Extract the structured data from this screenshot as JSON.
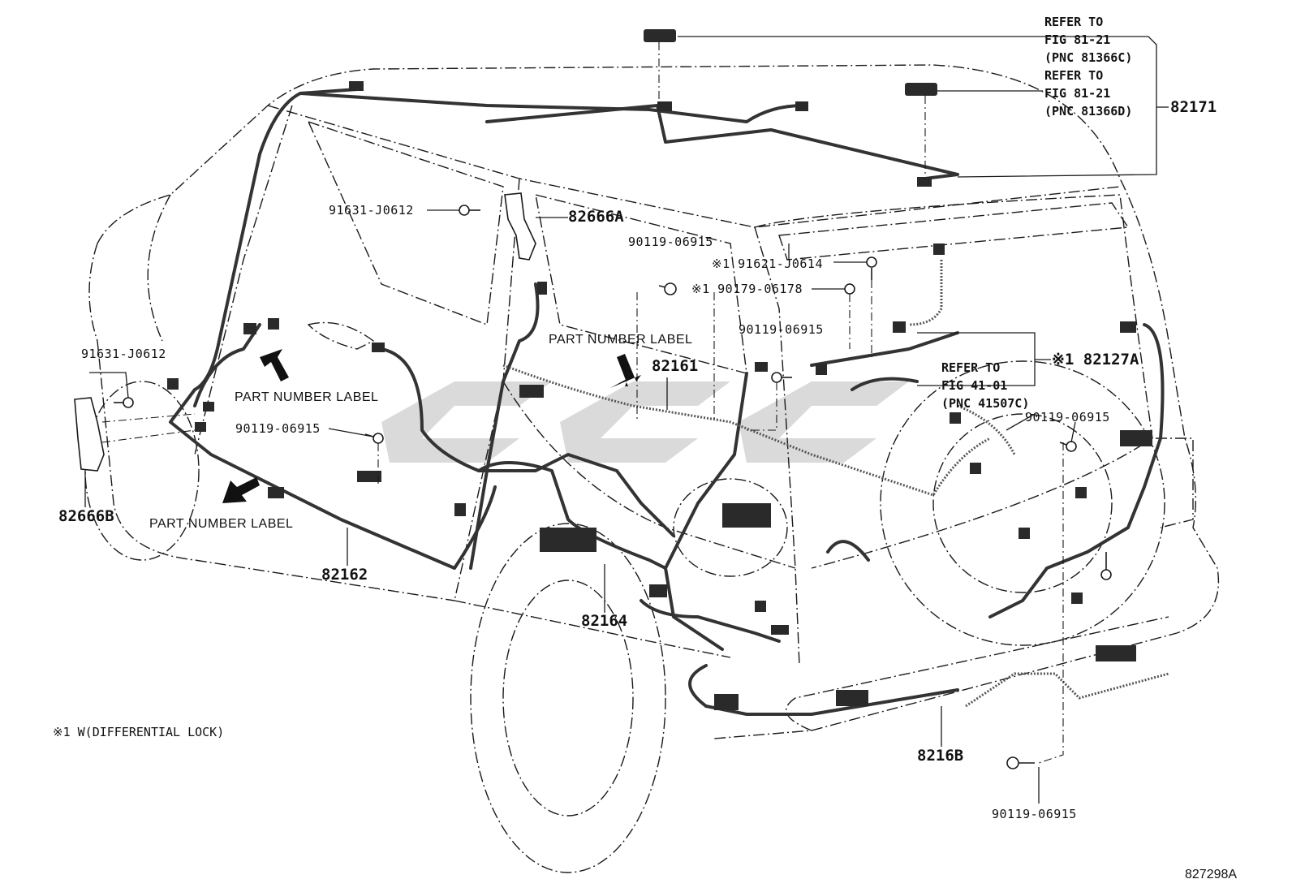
{
  "diagram": {
    "figure_id": "827298A",
    "footnote": "※1 W(DIFFERENTIAL LOCK)",
    "refs": {
      "ref1": [
        "REFER TO",
        "FIG 81-21",
        "(PNC 81366C)"
      ],
      "ref2": [
        "REFER TO",
        "FIG 81-21",
        "(PNC 81366D)"
      ],
      "ref3": [
        "REFER TO",
        "FIG 41-01",
        "(PNC 41507C)"
      ]
    },
    "parts": {
      "p82171": "82171",
      "p82666A": "82666A",
      "p82666B": "82666B",
      "p82161": "82161",
      "p82162": "82162",
      "p82164": "82164",
      "p82127A": "※1 82127A",
      "p8216B": "8216B"
    },
    "fasteners": {
      "f91631_top": "91631-J0612",
      "f91631_left": "91631-J0612",
      "f90119_top": "90119-06915",
      "f91621": "※1 91621-J0614",
      "f90179": "※1 90179-06178",
      "f90119_mid": "90119-06915",
      "f90119_left": "90119-06915",
      "f90119_right": "90119-06915",
      "f90119_bottom": "90119-06915"
    },
    "labels": {
      "pnl1": "PART NUMBER LABEL",
      "pnl2": "PART NUMBER LABEL",
      "pnl3": "PART NUMBER LABEL"
    },
    "colors": {
      "line": "#1a1a1a",
      "harness": "#333333",
      "watermark": "#cfcfcf"
    }
  }
}
